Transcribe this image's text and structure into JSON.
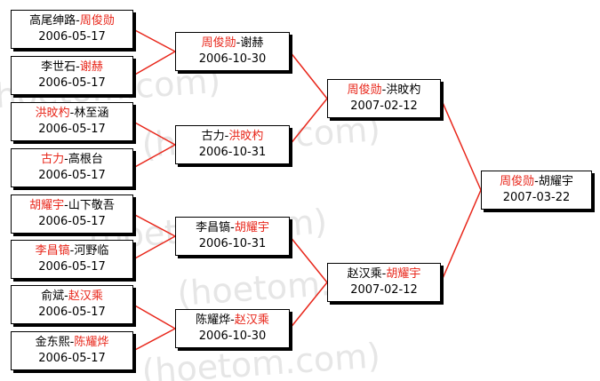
{
  "colors": {
    "winner": "#e8261a",
    "text": "#000000",
    "connector": "#e8261a",
    "watermark": "#e6e6e6"
  },
  "watermark": {
    "text": "(hoetom.com)"
  },
  "round1": [
    {
      "p1": "高尾绅路",
      "sep": "-",
      "p2": "周俊勋",
      "winner": 2,
      "date": "2006-05-17"
    },
    {
      "p1": "李世石",
      "sep": "-",
      "p2": "谢赫",
      "winner": 2,
      "date": "2006-05-17"
    },
    {
      "p1": "洪旼杓",
      "sep": "-",
      "p2": "林至涵",
      "winner": 1,
      "date": "2006-05-17"
    },
    {
      "p1": "古力",
      "sep": "-",
      "p2": "高根台",
      "winner": 1,
      "date": "2006-05-17"
    },
    {
      "p1": "胡耀宇",
      "sep": "-",
      "p2": "山下敬吾",
      "winner": 1,
      "date": "2006-05-17"
    },
    {
      "p1": "李昌镐",
      "sep": "-",
      "p2": "河野临",
      "winner": 1,
      "date": "2006-05-17"
    },
    {
      "p1": "俞斌",
      "sep": "-",
      "p2": "赵汉乘",
      "winner": 2,
      "date": "2006-05-17"
    },
    {
      "p1": "金东熙",
      "sep": "-",
      "p2": "陈耀烨",
      "winner": 2,
      "date": "2006-05-17"
    }
  ],
  "round2": [
    {
      "p1": "周俊勋",
      "sep": "-",
      "p2": "谢赫",
      "winner": 1,
      "date": "2006-10-30"
    },
    {
      "p1": "古力",
      "sep": "-",
      "p2": "洪旼杓",
      "winner": 2,
      "date": "2006-10-31"
    },
    {
      "p1": "李昌镐",
      "sep": "-",
      "p2": "胡耀宇",
      "winner": 2,
      "date": "2006-10-31"
    },
    {
      "p1": "陈耀烨",
      "sep": "-",
      "p2": "赵汉乘",
      "winner": 2,
      "date": "2006-10-30"
    }
  ],
  "round3": [
    {
      "p1": "周俊勋",
      "sep": "-",
      "p2": "洪旼杓",
      "winner": 1,
      "date": "2007-02-12"
    },
    {
      "p1": "赵汉乘",
      "sep": "-",
      "p2": "胡耀宇",
      "winner": 2,
      "date": "2007-02-12"
    }
  ],
  "final": [
    {
      "p1": "周俊勋",
      "sep": "-",
      "p2": "胡耀宇",
      "winner": 1,
      "date": "2007-03-22"
    }
  ]
}
